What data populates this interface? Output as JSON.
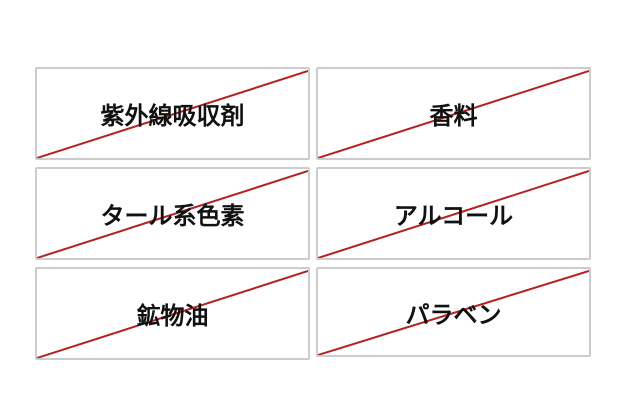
{
  "theme": {
    "strike_color": "#b22222",
    "border_color": "#cccccc"
  },
  "items": [
    {
      "label": "紫外線吸収剤"
    },
    {
      "label": "香料"
    },
    {
      "label": "タール系色素"
    },
    {
      "label": "アルコール"
    },
    {
      "label": "鉱物油"
    },
    {
      "label": "パラベン"
    }
  ]
}
